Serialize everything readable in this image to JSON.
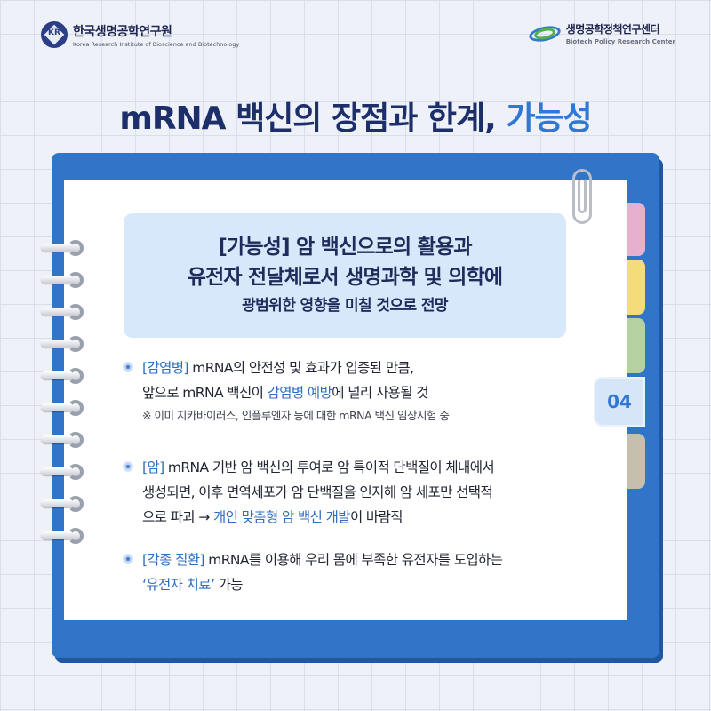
{
  "header": {
    "left_logo_ko": "한국생명공학연구원",
    "left_logo_en": "Korea Research Institute of Bioscience and Biotechnology",
    "right_logo_ko": "생명공학정책연구센터",
    "right_logo_en": "Biotech Policy Research Center"
  },
  "title": {
    "main": "mRNA 백신의 장점과 한계, ",
    "accent": "가능성"
  },
  "tab_number": "04",
  "summary": {
    "line1": "[가능성] 암 백신으로의 활용과",
    "line2": "유전자 전달체로서 생명과학 및 의학에",
    "line3": "광범위한 영향을 미칠 것으로 전망"
  },
  "bullets": {
    "b1": {
      "tag": "[감염병]",
      "l1_rest": " mRNA의 안전성 및 효과가 입증된 만큼,",
      "l2_a": "앞으로 mRNA 백신이 ",
      "l2_kw": "감염병 예방",
      "l2_b": "에 널리 사용될 것",
      "note": "※ 이미 지카바이러스, 인플루엔자 등에 대한 mRNA 백신 임상시험 중"
    },
    "b2": {
      "tag": "[암]",
      "l1_rest": " mRNA 기반 암 백신의 투여로 암 특이적 단백질이 체내에서",
      "l2": "생성되면, 이후 면역세포가 암 단백질을 인지해 암 세포만 선택적",
      "l3_a": "으로 파괴 → ",
      "l3_kw": "개인 맞춤형 암 백신 개발",
      "l3_b": "이 바람직"
    },
    "b3": {
      "tag": "[각종 질환]",
      "l1_rest": " mRNA를 이용해 우리 몸에 부족한 유전자를 도입하는",
      "l2_kw": "‘유전자 치료’",
      "l2_b": " 가능"
    }
  },
  "colors": {
    "binder": "#3175c9",
    "accent": "#2f78d3",
    "title": "#1c2f6b",
    "summary_bg": "#d8e8fb"
  }
}
